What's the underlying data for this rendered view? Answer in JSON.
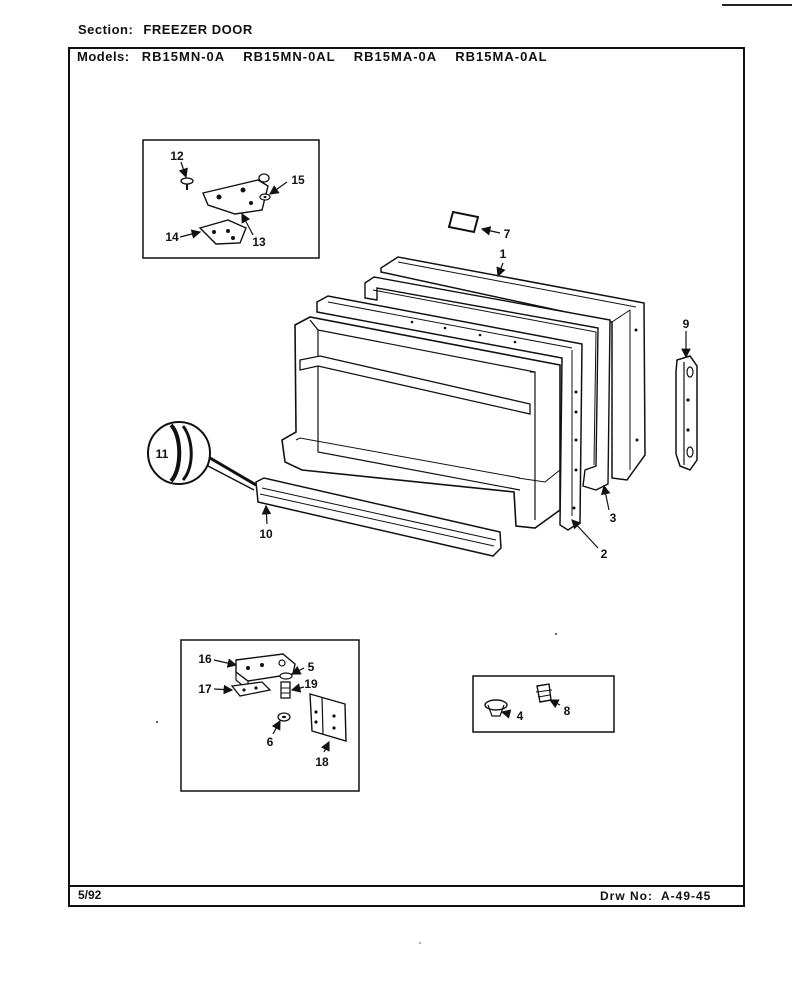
{
  "header": {
    "section_label": "Section:",
    "section_value": "FREEZER DOOR",
    "models_label": "Models:",
    "models": [
      "RB15MN-0A",
      "RB15MN-0AL",
      "RB15MA-0A",
      "RB15MA-0AL"
    ]
  },
  "footer": {
    "date": "5/92",
    "drawing_label": "Drw No:",
    "drawing_number": "A-49-45"
  },
  "callouts": {
    "c1": "1",
    "c2": "2",
    "c3": "3",
    "c4": "4",
    "c5": "5",
    "c6": "6",
    "c7": "7",
    "c8": "8",
    "c9": "9",
    "c10": "10",
    "c11": "11",
    "c12": "12",
    "c13": "13",
    "c14": "14",
    "c15": "15",
    "c16": "16",
    "c17": "17",
    "c18": "18",
    "c19": "19"
  }
}
